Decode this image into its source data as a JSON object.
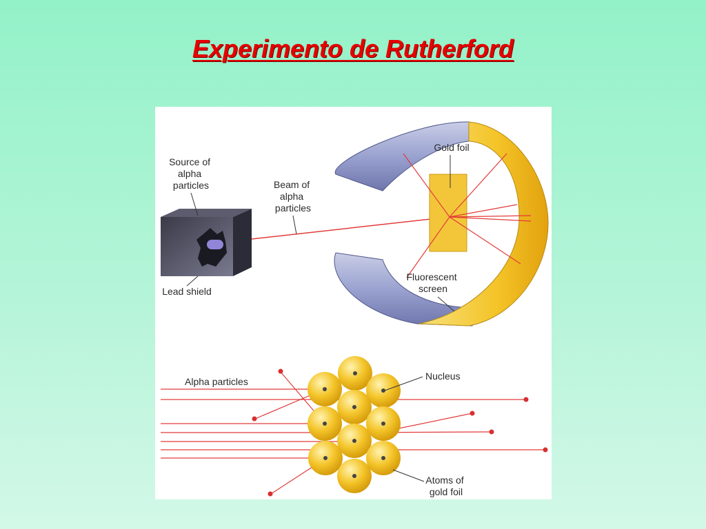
{
  "slide": {
    "title": "Experimento de Rutherford"
  },
  "top_diagram": {
    "source_label": [
      "Source of",
      "alpha",
      "particles"
    ],
    "beam_label": [
      "Beam of",
      "alpha",
      "particles"
    ],
    "lead_shield_label": "Lead shield",
    "gold_foil_label": "Gold foil",
    "screen_label": [
      "Fluorescent",
      "screen"
    ]
  },
  "bottom_diagram": {
    "alpha_label": "Alpha particles",
    "nucleus_label": "Nucleus",
    "atoms_label": [
      "Atoms of",
      "gold foil"
    ]
  },
  "colors": {
    "title": "#e60000",
    "beam": "#e23a3a",
    "gold": "#f2c21e",
    "shield": "#4a4a5a",
    "ring": "#8a93c8"
  }
}
